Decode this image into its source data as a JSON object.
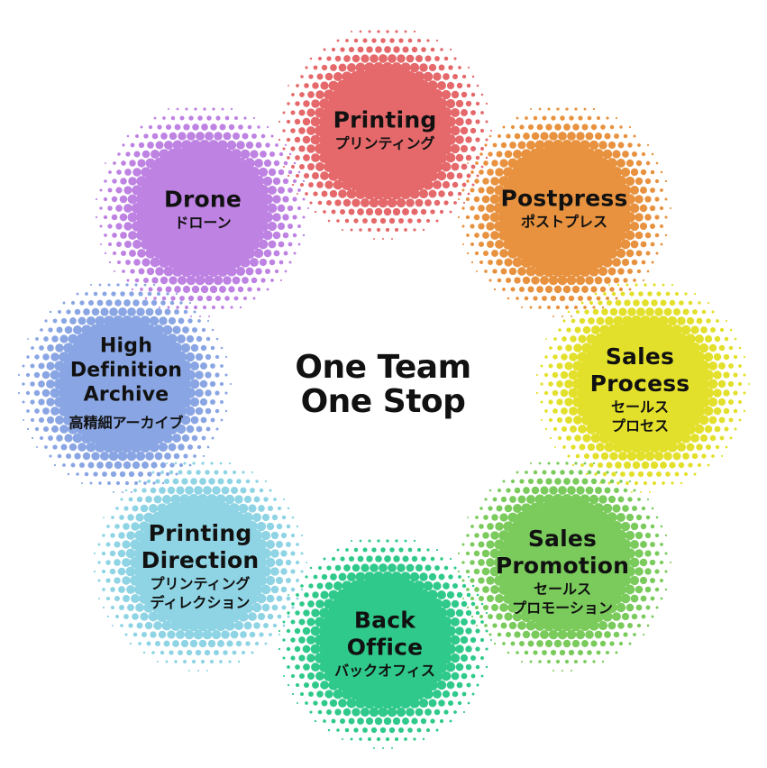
{
  "center": {
    "line1": "One Team",
    "line2": "One Stop"
  },
  "nodes": [
    {
      "id": "printing",
      "en": [
        "Printing"
      ],
      "ja": [
        "プリンティング"
      ],
      "color": "#E5686A"
    },
    {
      "id": "postpress",
      "en": [
        "Postpress"
      ],
      "ja": [
        "ポストプレス"
      ],
      "color": "#E8923F"
    },
    {
      "id": "sales-process",
      "en": [
        "Sales",
        "Process"
      ],
      "ja": [
        "セールス",
        "プロセス"
      ],
      "color": "#E3E02B"
    },
    {
      "id": "sales-promotion",
      "en": [
        "Sales",
        "Promotion"
      ],
      "ja": [
        "セールス",
        "プロモーション"
      ],
      "color": "#7ACB5C"
    },
    {
      "id": "back-office",
      "en": [
        "Back",
        "Office"
      ],
      "ja": [
        "バックオフィス"
      ],
      "color": "#2FC98B"
    },
    {
      "id": "printing-direction",
      "en": [
        "Printing",
        "Direction"
      ],
      "ja": [
        "プリンティング",
        "ディレクション"
      ],
      "color": "#8ED4E4"
    },
    {
      "id": "high-definition-archive",
      "en": [
        "High",
        "Definition",
        "Archive"
      ],
      "ja": [
        "高精細アーカイブ"
      ],
      "color": "#89A5E3"
    },
    {
      "id": "drone",
      "en": [
        "Drone"
      ],
      "ja": [
        "ドローン"
      ],
      "color": "#BE82E3"
    }
  ]
}
